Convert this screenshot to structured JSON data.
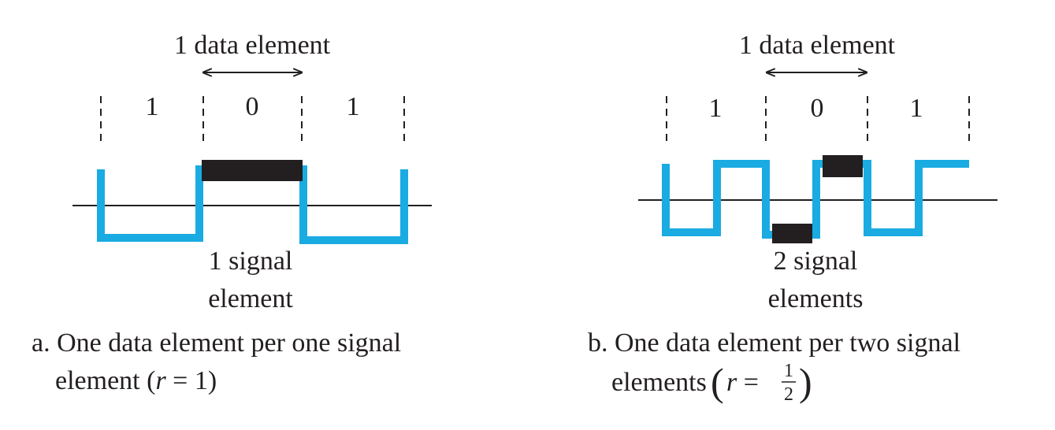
{
  "colors": {
    "signal": "#1aabe2",
    "data_block": "#231f20",
    "line": "#231f20"
  },
  "panel_a": {
    "title": "1 data element",
    "bits": [
      "1",
      "0",
      "1"
    ],
    "signal_label_1": "1 signal",
    "signal_label_2": "element",
    "caption_line1": "a. One data element per one signal",
    "caption_line2_prefix": "element (",
    "caption_var": "r",
    "caption_eq": " = 1)"
  },
  "panel_b": {
    "title": "1 data element",
    "bits": [
      "1",
      "0",
      "1"
    ],
    "signal_label_1": "2 signal",
    "signal_label_2": "elements",
    "caption_line1": "b. One data element per two signal",
    "caption_line2_prefix": "elements ",
    "caption_open": "(",
    "caption_var": "r",
    "caption_eq": " = ",
    "caption_num": "1",
    "caption_den": "2",
    "caption_close": ")"
  }
}
